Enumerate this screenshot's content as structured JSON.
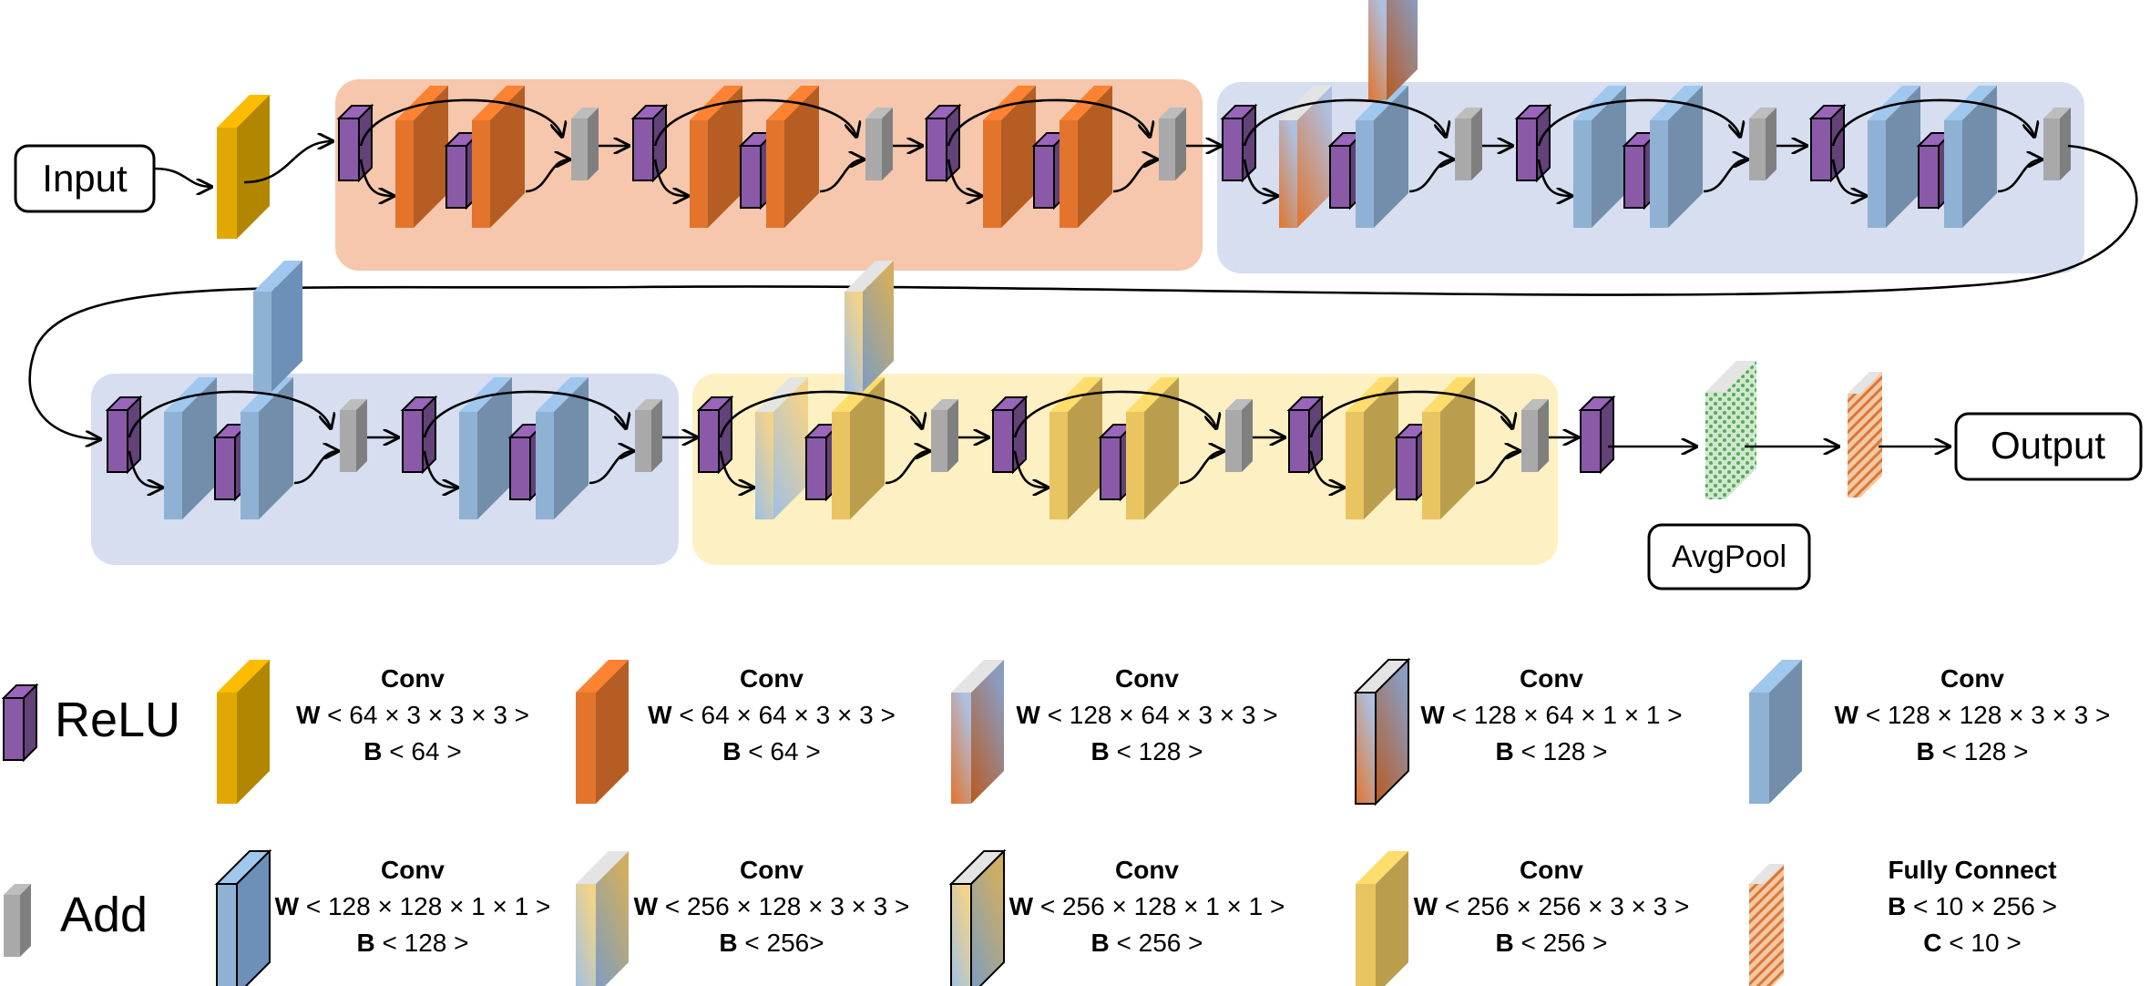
{
  "diagram": {
    "input_label": "Input",
    "output_label": "Output",
    "avgpool_label": "AvgPool"
  },
  "legend": {
    "relu_label": "ReLU",
    "add_label": "Add",
    "items": [
      {
        "title": "Conv",
        "w_label": "W",
        "w_value": "< 64 × 3 × 3 × 3 >",
        "b_label": "B",
        "b_value": "< 64 >"
      },
      {
        "title": "Conv",
        "w_label": "W",
        "w_value": "< 64 × 64 × 3 × 3 >",
        "b_label": "B",
        "b_value": "< 64 >"
      },
      {
        "title": "Conv",
        "w_label": "W",
        "w_value": "< 128 × 64 × 3 × 3 >",
        "b_label": "B",
        "b_value": "< 128 >"
      },
      {
        "title": "Conv",
        "w_label": "W",
        "w_value": "< 128 × 64 × 1 × 1 >",
        "b_label": "B",
        "b_value": "< 128 >"
      },
      {
        "title": "Conv",
        "w_label": "W",
        "w_value": "< 128 × 128 × 3 × 3 >",
        "b_label": "B",
        "b_value": "< 128 >"
      },
      {
        "title": "Conv",
        "w_label": "W",
        "w_value": "< 128 × 128 × 1 × 1 >",
        "b_label": "B",
        "b_value": "< 128 >"
      },
      {
        "title": "Conv",
        "w_label": "W",
        "w_value": "< 256 × 128 × 3 × 3 >",
        "b_label": "B",
        "b_value": "< 256>"
      },
      {
        "title": "Conv",
        "w_label": "W",
        "w_value": "< 256 × 128 × 1 × 1 >",
        "b_label": "B",
        "b_value": "< 256 >"
      },
      {
        "title": "Conv",
        "w_label": "W",
        "w_value": "< 256 × 256 × 3 × 3 >",
        "b_label": "B",
        "b_value": "< 256 >"
      },
      {
        "title": "Fully Connect",
        "w_label": "B",
        "w_value": "< 10 × 256 >",
        "b_label": "C",
        "b_value": "< 10 >"
      }
    ]
  },
  "colors": {
    "relu": "#8a5aa8",
    "add": "#a9a9a9",
    "conv_input": "#e0a800",
    "conv_orange": "#e2742c",
    "conv_blue": "#8fb2d4",
    "conv_yellow": "#e8c560",
    "stage_orange": "#f6c7ac",
    "stage_blue": "#d6def0",
    "stage_yellow": "#fdf0c2"
  }
}
